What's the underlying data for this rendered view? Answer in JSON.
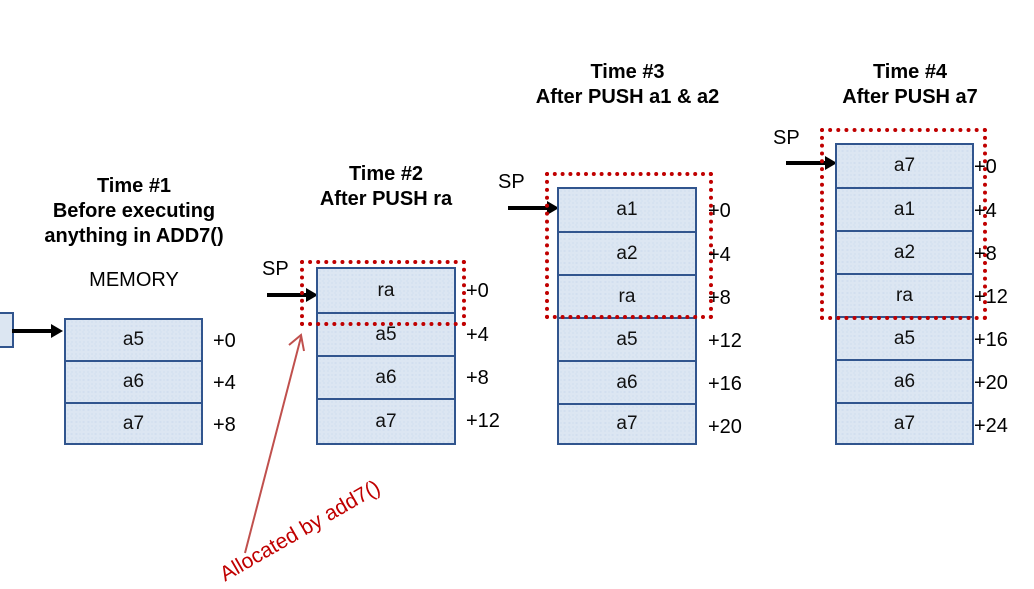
{
  "diagram": {
    "title_hidden": "Stack frame evolution during add7()",
    "accent_box_fill": "#dce6f2",
    "accent_box_border": "#31558e",
    "alloc_frame_color": "#c00000",
    "sp_label": "SP"
  },
  "columns": [
    {
      "id": "time1",
      "heading_line1": "Time #1",
      "heading_line2": "Before executing",
      "heading_line3": "anything in ADD7()",
      "memory_label": "MEMORY",
      "sp_label": "SP",
      "has_sp_label": false,
      "has_alloc_frame": false,
      "cells": [
        {
          "value": "a5",
          "offset": "+0"
        },
        {
          "value": "a6",
          "offset": "+4"
        },
        {
          "value": "a7",
          "offset": "+8"
        }
      ]
    },
    {
      "id": "time2",
      "heading_line1": "Time #2",
      "heading_line2": "After PUSH ra",
      "heading_line3": "",
      "memory_label": "",
      "sp_label": "SP",
      "has_sp_label": true,
      "has_alloc_frame": true,
      "alloc_cells": 1,
      "cells": [
        {
          "value": "ra",
          "offset": "+0"
        },
        {
          "value": "a5",
          "offset": "+4"
        },
        {
          "value": "a6",
          "offset": "+8"
        },
        {
          "value": "a7",
          "offset": "+12"
        }
      ]
    },
    {
      "id": "time3",
      "heading_line1": "Time #3",
      "heading_line2": "After PUSH a1 & a2",
      "heading_line3": "",
      "memory_label": "",
      "sp_label": "SP",
      "has_sp_label": true,
      "has_alloc_frame": true,
      "alloc_cells": 3,
      "cells": [
        {
          "value": "a1",
          "offset": "+0"
        },
        {
          "value": "a2",
          "offset": "+4"
        },
        {
          "value": "ra",
          "offset": "+8"
        },
        {
          "value": "a5",
          "offset": "+12"
        },
        {
          "value": "a6",
          "offset": "+16"
        },
        {
          "value": "a7",
          "offset": "+20"
        }
      ]
    },
    {
      "id": "time4",
      "heading_line1": "Time #4",
      "heading_line2": "After PUSH a7",
      "heading_line3": "",
      "memory_label": "",
      "sp_label": "SP",
      "has_sp_label": true,
      "has_alloc_frame": true,
      "alloc_cells": 4,
      "cells": [
        {
          "value": "a7",
          "offset": "+0"
        },
        {
          "value": "a1",
          "offset": "+4"
        },
        {
          "value": "a2",
          "offset": "+8"
        },
        {
          "value": "ra",
          "offset": "+12"
        },
        {
          "value": "a5",
          "offset": "+16"
        },
        {
          "value": "a6",
          "offset": "+20"
        },
        {
          "value": "a7",
          "offset": "+24"
        }
      ]
    }
  ],
  "annotation": {
    "text": "Allocated by add7()",
    "color": "#c00000"
  }
}
